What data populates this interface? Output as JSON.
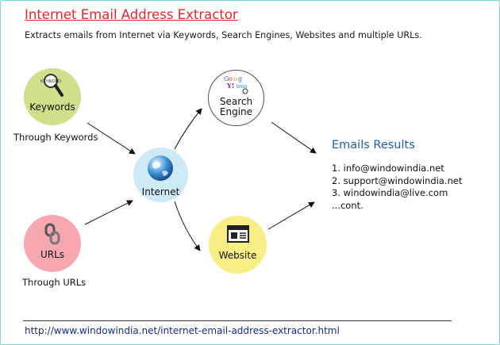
{
  "title": "Internet Email Address Extractor",
  "subtitle": "Extracts emails from Internet via Keywords, Search Engines, Websites and multiple URLs.",
  "nodes": {
    "keywords": {
      "label": "Keywords",
      "caption": "Through Keywords",
      "color": "#cde08a"
    },
    "urls": {
      "label": "URLs",
      "caption": "Through URLs",
      "color": "#f7a7b0"
    },
    "internet": {
      "label": "Internet",
      "color": "#cfeaf7"
    },
    "search_engine": {
      "label_line1": "Search",
      "label_line2": "Engine",
      "color": "#ffffff"
    },
    "website": {
      "label": "Website",
      "color": "#f7ee86"
    }
  },
  "results": {
    "title": "Emails Results",
    "items": [
      "1. info@windowindia.net",
      "2. support@windowindia.net",
      "3. windowindia@live.com",
      "...cont."
    ]
  },
  "footer_url": "http://www.windowindia.net/internet-email-address-extractor.html",
  "icons": {
    "keywords": "magnifier-keyword-icon",
    "urls": "chain-link-icon",
    "internet": "globe-icon",
    "search_engine": "search-engine-logos-icon",
    "website": "webpage-icon"
  }
}
